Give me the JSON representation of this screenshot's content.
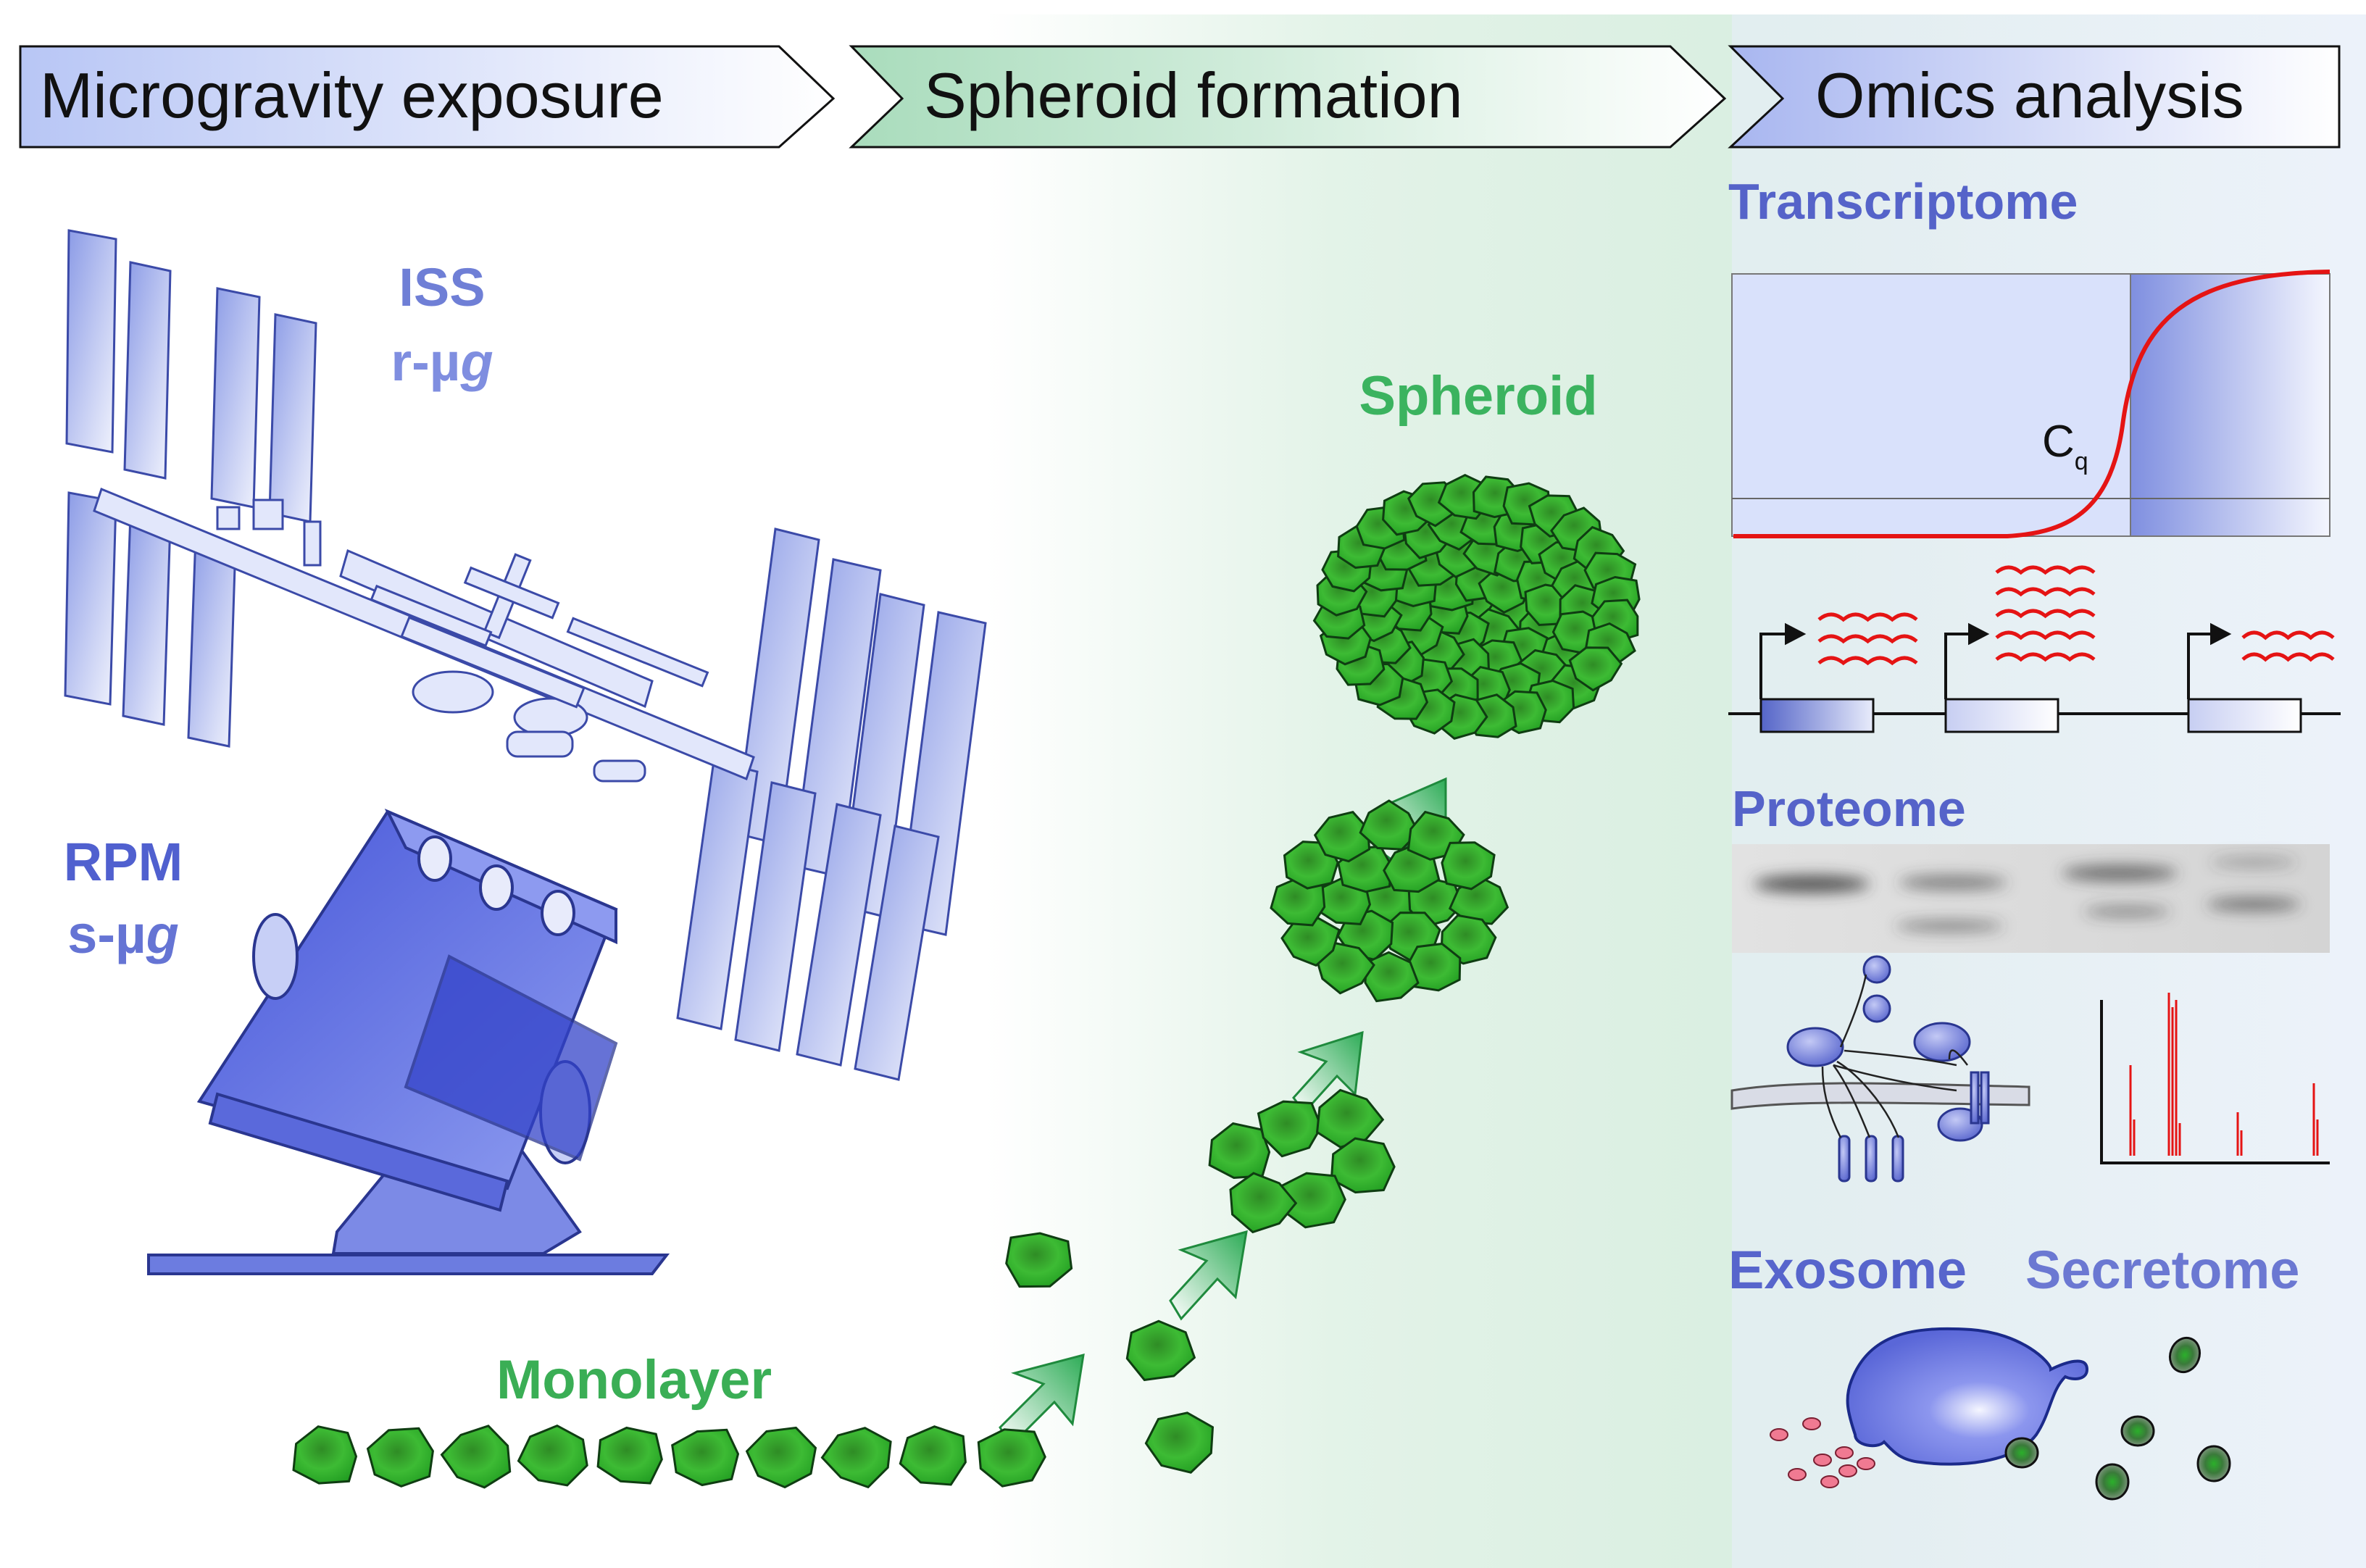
{
  "banner": [
    {
      "label": "Microgravity exposure"
    },
    {
      "label": "Spheroid formation"
    },
    {
      "label": "Omics analysis"
    }
  ],
  "left_panel": {
    "iss_label": "ISS",
    "iss_sub_prefix": "r-µ",
    "iss_sub_italic": "g",
    "rpm_label": "RPM",
    "rpm_sub_prefix": "s-µ",
    "rpm_sub_italic": "g"
  },
  "middle_panel": {
    "spheroid_label": "Spheroid",
    "monolayer_label": "Monolayer"
  },
  "right_panel": {
    "transcriptome_label": "Transcriptome",
    "cq_main": "C",
    "cq_sub": "q",
    "proteome_label": "Proteome",
    "exosome_label": "Exosome",
    "secretome_label": "Secretome"
  },
  "colors": {
    "blue_text": "#4a59c4",
    "green_text": "#2ea64a",
    "cell_green": "#27a825",
    "curve_red": "#e51414",
    "panel_blue": "#d9e1fb",
    "exosome_pink": "#f07a92"
  },
  "icons": [
    "space-station-icon",
    "rpm-machine-icon",
    "cell-icon",
    "arrow-up-right-icon",
    "gene-icon",
    "mrna-icon",
    "protein-icon",
    "mass-spectrum-icon",
    "exosome-cell-icon"
  ]
}
